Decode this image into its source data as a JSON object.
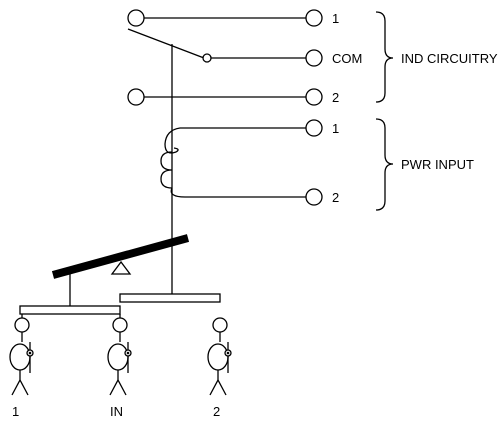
{
  "terminals": {
    "top": {
      "one": "1",
      "com": "COM",
      "two": "2"
    },
    "power": {
      "one": "1",
      "two": "2"
    },
    "bottom": {
      "one": "1",
      "in": "IN",
      "two": "2"
    }
  },
  "groups": {
    "indicator": "IND CIRCUITRY",
    "power": "PWR INPUT"
  }
}
